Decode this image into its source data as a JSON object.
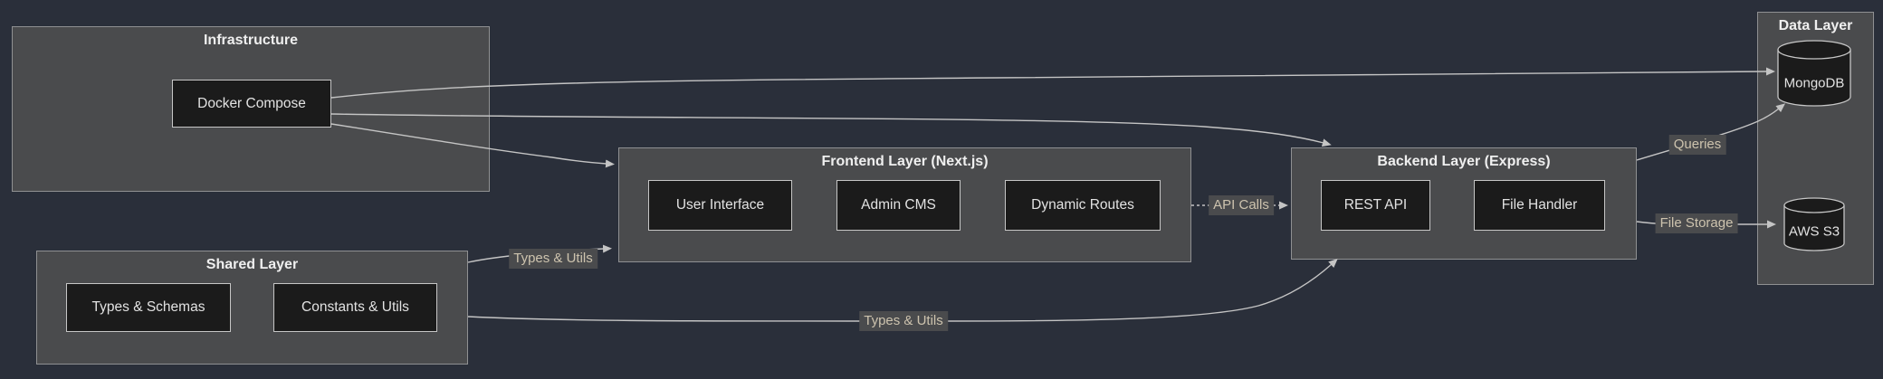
{
  "layers": {
    "infrastructure": {
      "title": "Infrastructure"
    },
    "shared": {
      "title": "Shared Layer"
    },
    "frontend": {
      "title": "Frontend Layer (Next.js)"
    },
    "backend": {
      "title": "Backend Layer (Express)"
    },
    "data": {
      "title": "Data Layer"
    }
  },
  "nodes": {
    "docker_compose": "Docker Compose",
    "types_schemas": "Types & Schemas",
    "constants_utils": "Constants & Utils",
    "user_interface": "User Interface",
    "admin_cms": "Admin CMS",
    "dynamic_routes": "Dynamic Routes",
    "rest_api": "REST API",
    "file_handler": "File Handler",
    "mongodb": "MongoDB",
    "aws_s3": "AWS S3"
  },
  "edge_labels": {
    "types_utils_frontend": "Types & Utils",
    "types_utils_backend": "Types & Utils",
    "api_calls": "API Calls",
    "queries": "Queries",
    "file_storage": "File Storage"
  },
  "colors": {
    "background": "#2a2f3a",
    "layer_fill": "#4a4b4d",
    "layer_border": "#8f9092",
    "node_fill": "#1b1b1b",
    "node_border": "#c6c6c6",
    "node_text": "#e2e2e2",
    "title_text": "#efefef",
    "edge_line": "#c4c4c4",
    "edge_label_text": "#cdc3ae"
  }
}
